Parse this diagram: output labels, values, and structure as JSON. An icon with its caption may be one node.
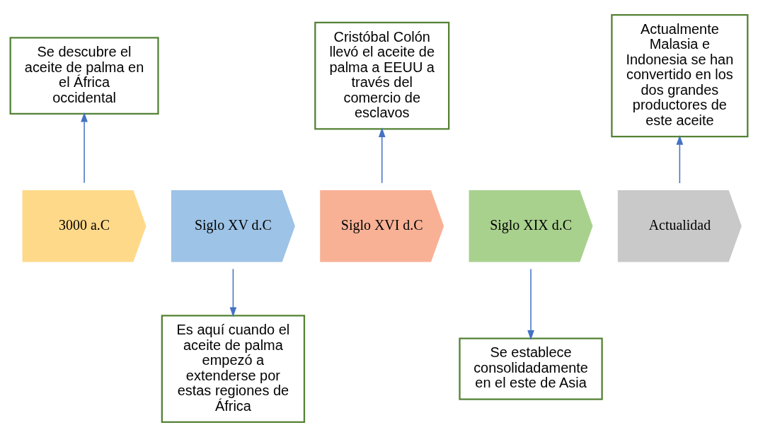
{
  "diagram": {
    "nodes": [
      {
        "text": [
          "3000 a.C"
        ]
      },
      {
        "text": [
          "Siglo XV d.C"
        ]
      },
      {
        "text": [
          "Siglo XVI d.C"
        ]
      },
      {
        "text": [
          "Siglo XIX d.C"
        ]
      },
      {
        "text": [
          "Actualidad"
        ]
      },
      {
        "text": [
          "Se descubre el aceite de palma en el África occidental"
        ]
      },
      {
        "text": [
          "Es aquí cuando el aceite de palma empezó a extenderse por estas regiones de África"
        ]
      },
      {
        "text": [
          "Cristóbal Colón llevó el aceite de palma a EEUU a través del comercio de esclavos"
        ]
      },
      {
        "text": [
          "Se establece consolidadamente en el este de Asia"
        ]
      },
      {
        "text": [
          "Actualmente Malasia e Indonesia se han convertido en los dos grandes productores de este aceite"
        ]
      }
    ],
    "edges": [
      {
        "from": 0,
        "to": 5,
        "arrow": "to"
      },
      {
        "from": 1,
        "to": 6,
        "arrow": "to"
      },
      {
        "from": 2,
        "to": 7,
        "arrow": "to"
      },
      {
        "from": 3,
        "to": 8,
        "arrow": "to"
      },
      {
        "from": 4,
        "to": 9,
        "arrow": "to"
      }
    ]
  }
}
